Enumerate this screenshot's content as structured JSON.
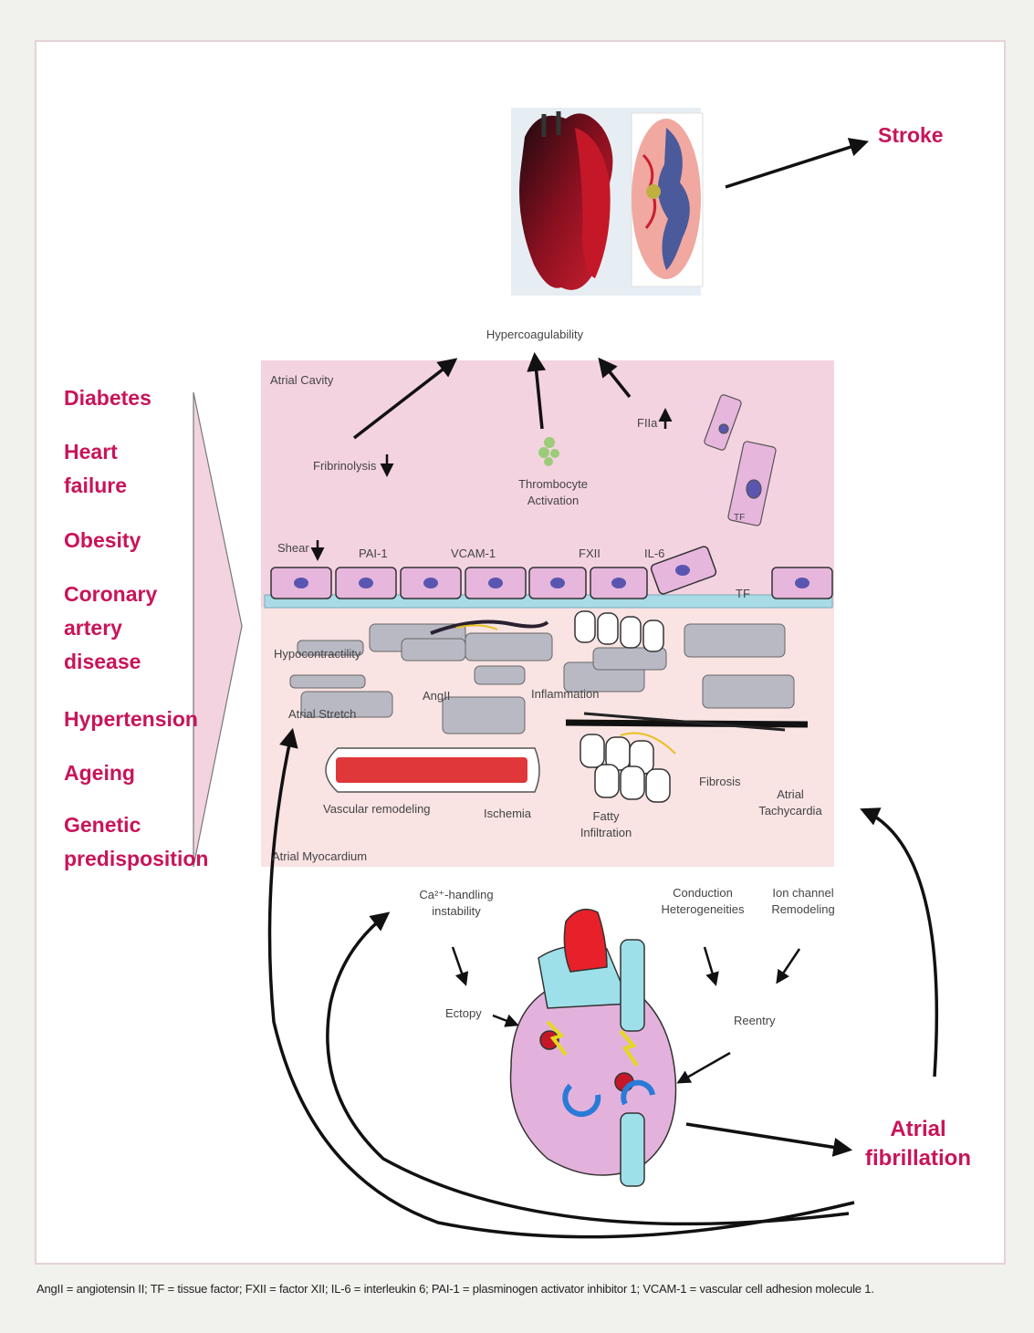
{
  "outcome": {
    "stroke": "Stroke",
    "atrial_fibrillation": "Atrial\nfibrillation"
  },
  "risk_factors": [
    "Diabetes",
    "Heart\nfailure",
    "Obesity",
    "Coronary\nartery\ndisease",
    "Hypertension",
    "Ageing",
    "Genetic\npredisposition"
  ],
  "cavity": {
    "hypercoagulability": "Hypercoagulability",
    "region_label": "Atrial Cavity",
    "fibrinolysis": "Fribrinolysis",
    "thrombocyte": "Thrombocyte\nActivation",
    "fiia": "FIIa",
    "shear": "Shear",
    "pai1": "PAI-1",
    "vcam1": "VCAM-1",
    "fxii": "FXII",
    "il6": "IL-6",
    "tf": "TF",
    "tf_cell": "TF"
  },
  "myocardium": {
    "hypocontractility": "Hypocontractility",
    "angii": "AngII",
    "inflammation": "Inflammation",
    "atrial_stretch": "Atrial Stretch",
    "vascular_remodeling": "Vascular remodeling",
    "ischemia": "Ischemia",
    "fatty_infiltration": "Fatty\nInfiltration",
    "fibrosis": "Fibrosis",
    "atrial_tachycardia": "Atrial\nTachycardia",
    "region_label": "Atrial Myocardium"
  },
  "mechanisms": {
    "ca_handling": "Ca²⁺-handling\ninstability",
    "ectopy": "Ectopy",
    "conduction": "Conduction\nHeterogeneities",
    "ion_channel": "Ion channel\nRemodeling",
    "reentry": "Reentry"
  },
  "caption": "AngII = angiotensin II; TF = tissue factor; FXII = factor XII; IL-6 = interleukin 6; PAI-1 = plasminogen activator inhibitor 1; VCAM-1 = vascular cell adhesion molecule 1.",
  "colors": {
    "accent": "#c8145a",
    "cavity": "#f4d3e1",
    "myocardium": "#f9e3e3"
  }
}
